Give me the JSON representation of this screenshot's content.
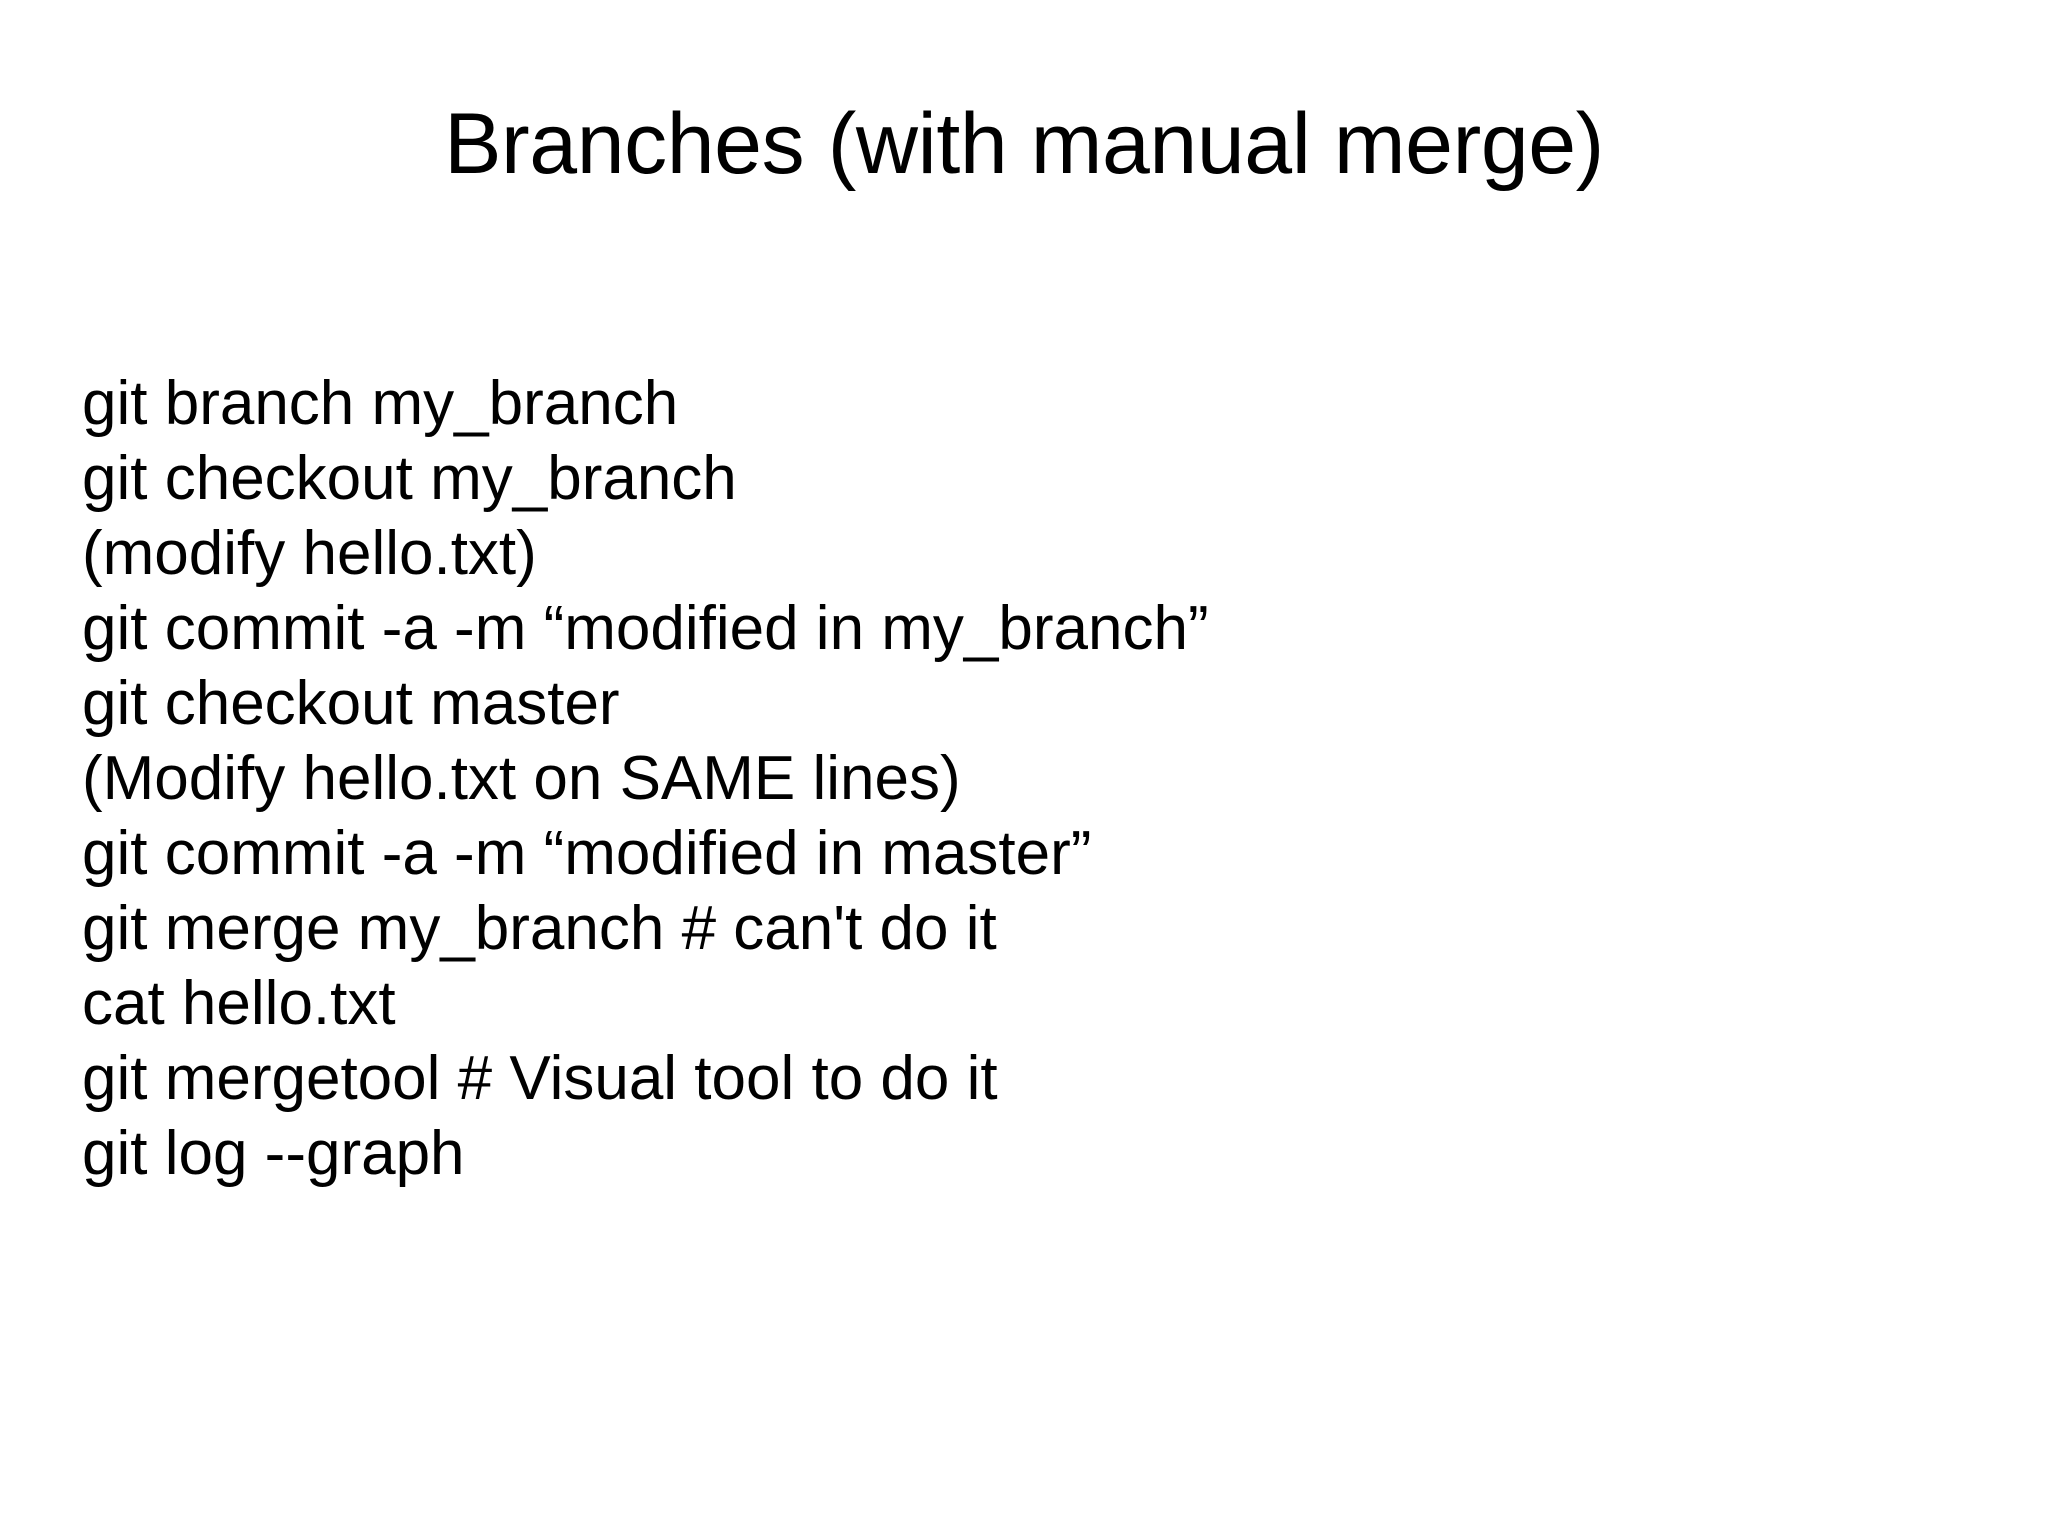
{
  "slide": {
    "title": "Branches (with manual merge)",
    "background_color": "#ffffff",
    "text_color": "#000000",
    "body_lines": [
      "git branch my_branch",
      "git checkout my_branch",
      "(modify hello.txt)",
      "git commit -a -m “modified in my_branch”",
      "git checkout master",
      "(Modify hello.txt on SAME lines)",
      "git commit -a -m “modified in master”",
      "git merge my_branch # can't do it",
      "cat hello.txt",
      "git mergetool # Visual tool to do it",
      "git log --graph"
    ]
  }
}
